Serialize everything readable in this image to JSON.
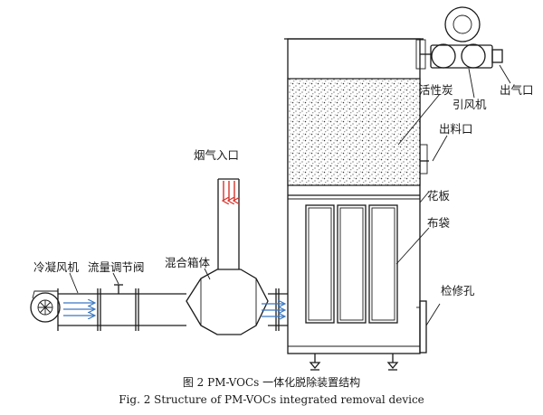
{
  "labels": {
    "flue_inlet": "烟气入口",
    "outlet": "出气口",
    "activated_carbon": "活性炭",
    "induced_fan": "引风机",
    "discharge_port": "出料口",
    "tube_sheet": "花板",
    "filter_bag": "布袋",
    "inspection_hole": "检修孔",
    "cooling_fan": "冷凝风机",
    "flow_valve": "流量调节阀",
    "mixing_box": "混合箱体"
  },
  "caption": {
    "cn": "图 2    PM-VOCs 一体化脱除装置结构",
    "en": "Fig. 2    Structure of PM-VOCs integrated removal device"
  },
  "colors": {
    "flue_arrow": "#d9322b",
    "cooling_arrow": "#3a78c2",
    "line": "#1a1a1a"
  }
}
